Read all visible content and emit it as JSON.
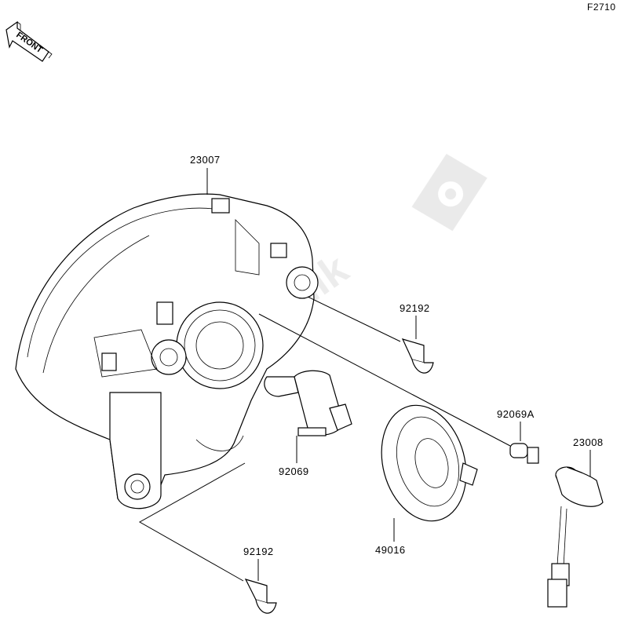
{
  "figure_code": "F2710",
  "front_arrow_text": "FRONT",
  "watermark_text": "PartsRepublik",
  "parts": [
    {
      "id": "headlight-assembly",
      "number": "23007"
    },
    {
      "id": "clip-upper",
      "number": "92192"
    },
    {
      "id": "bulb-position",
      "number": "92069A"
    },
    {
      "id": "socket-wiring",
      "number": "23008"
    },
    {
      "id": "bulb-main",
      "number": "92069"
    },
    {
      "id": "cover",
      "number": "49016"
    },
    {
      "id": "clip-lower",
      "number": "92192"
    }
  ]
}
